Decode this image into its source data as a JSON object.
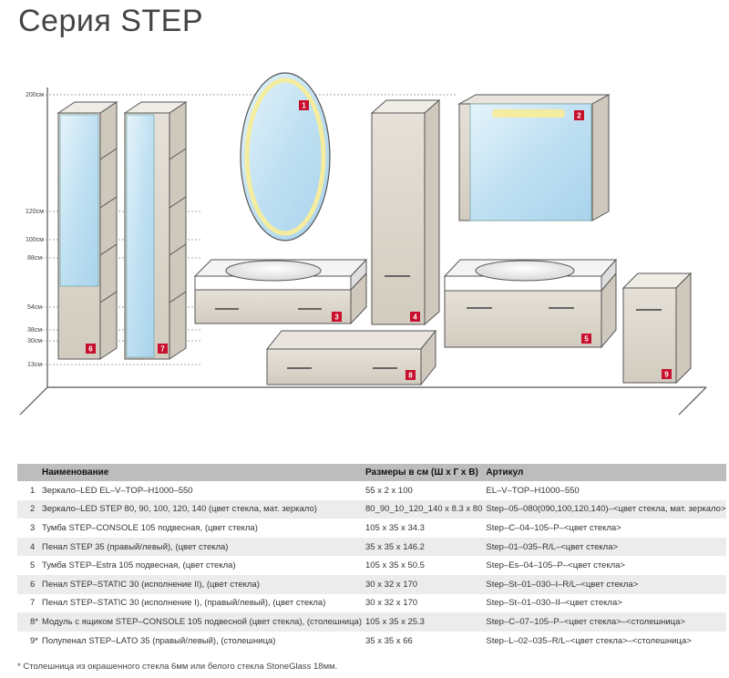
{
  "title": "Серия STEP",
  "scale_labels": [
    "200см",
    "120см",
    "100см",
    "88см",
    "54см",
    "38см",
    "30см",
    "13см"
  ],
  "figure_numbers": [
    "1",
    "2",
    "3",
    "4",
    "5",
    "6",
    "7",
    "8",
    "9"
  ],
  "table": {
    "headers": [
      "",
      "Наименование",
      "Размеры в см (Ш х Г х В)",
      "Артикул"
    ],
    "rows": [
      {
        "n": "1",
        "name": "Зеркало–LED EL–V–TOP–H1000–550",
        "dims": "55 x 2 x 100",
        "article": "EL–V–TOP–H1000–550"
      },
      {
        "n": "2",
        "name": "Зеркало–LED STEP 80, 90, 100, 120, 140 (цвет стекла, мат. зеркало)",
        "dims": "80_90_10_120_140 x 8.3 x 80",
        "article": "Step–05–080(090,100,120,140)–<цвет стекла, мат. зеркало>"
      },
      {
        "n": "3",
        "name": "Тумба STEP–CONSOLE 105 подвесная, (цвет стекла)",
        "dims": "105 x 35 x 34.3",
        "article": "Step–C–04–105–P–<цвет стекла>"
      },
      {
        "n": "4",
        "name": "Пенал STEP 35 (правый/левый), (цвет стекла)",
        "dims": "35 x 35 x 146.2",
        "article": "Step–01–035–R/L–<цвет стекла>"
      },
      {
        "n": "5",
        "name": "Тумба STEP–Estra 105 подвесная, (цвет стекла)",
        "dims": "105 x 35 x 50.5",
        "article": "Step–Es–04–105–P–<цвет стекла>"
      },
      {
        "n": "6",
        "name": "Пенал STEP–STATIC 30 (исполнение II), (цвет стекла)",
        "dims": "30 x 32 x 170",
        "article": "Step–St–01–030–I–R/L–<цвет стекла>"
      },
      {
        "n": "7",
        "name": "Пенал STEP–STATIC 30 (исполнение I), (правый/левый), (цвет стекла)",
        "dims": "30 x 32 x 170",
        "article": "Step–St–01–030–II–<цвет стекла>"
      },
      {
        "n": "8*",
        "name": "Модуль с ящиком STEP–CONSOLE 105 подвесной (цвет стекла), (столешница)",
        "dims": "105 x 35 x 25.3",
        "article": "Step–C–07–105–P–<цвет стекла>–<столешница>"
      },
      {
        "n": "9*",
        "name": "Полупенал STEP–LATO 35 (правый/левый), (столешница)",
        "dims": "35 x 35 x 66",
        "article": "Step–L–02–035–R/L–<цвет стекла>–<столешница>"
      }
    ]
  },
  "footnote": "* Столешница из окрашенного стекла 6мм или белого стекла StoneGlass 18мм.",
  "colors": {
    "badge": "#c8102e",
    "cabinet": "#dcd6cc",
    "mirror": "#c8e6f5",
    "header_bg": "#bdbdbd",
    "row_alt": "#ececec",
    "led": "#f4ec9e"
  }
}
